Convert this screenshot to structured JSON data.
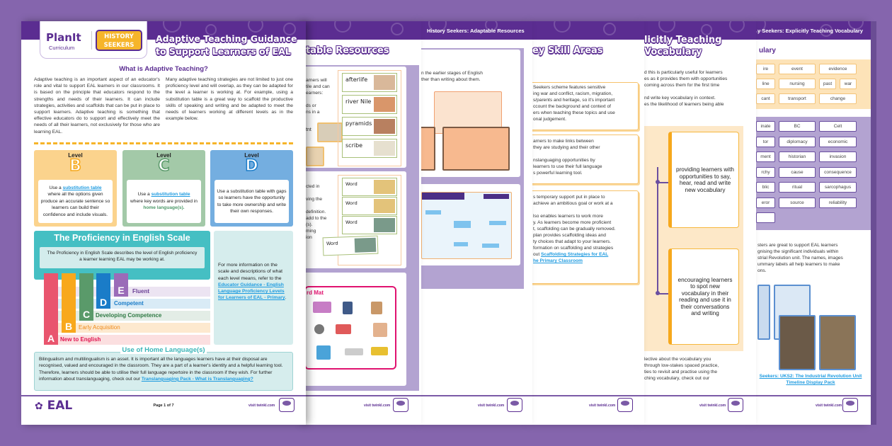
{
  "colors": {
    "background": "#8565ad",
    "header_purple": "#5b2d91",
    "level_b": "#fbd38d",
    "level_c": "#a3c9a8",
    "level_d": "#74aee0",
    "teal": "#45bfc3",
    "link": "#1e9be0"
  },
  "page6": {
    "header": "y Seekers: Explicitly Teaching Vocabulary",
    "title": "ulary",
    "orange_words": [
      [
        "ire",
        "event",
        "evidence"
      ],
      [
        "line",
        "nursing",
        "past",
        "war"
      ],
      [
        "cant",
        "transport",
        "change"
      ]
    ],
    "purple_words": [
      [
        "inate",
        "BC",
        "Celt"
      ],
      [
        "tor",
        "diplomacy",
        "economic"
      ],
      [
        "ment",
        "historian",
        "invasion"
      ],
      [
        "rchy",
        "cause",
        "consequence"
      ],
      [
        "blic",
        "ritual",
        "sarcophagus"
      ],
      [
        "eror",
        "source",
        "reliability"
      ]
    ],
    "text": [
      "sters are great to support EAL learners",
      "gnising the significant individuals within",
      "strial Revolution unit. The names, images",
      "ummary labels all help learners to make",
      "ons."
    ],
    "link": "Seekers: UKS2: The Industrial Revolution Unit Timeline Display Pack",
    "visit": "visit twinkl.com"
  },
  "page5": {
    "title_line1": "licitly Teaching",
    "title_line2": "Vocabulary",
    "text_top": [
      "d this is particularly useful for learners",
      "es as it provides them with opportunities",
      "coming across them for the first time",
      "",
      "nd write key vocabulary in context.",
      "es the likelihood of learners being able"
    ],
    "box1": "providing learners with opportunities to say, hear, read and write new vocabulary",
    "box2": "encouraging learners to spot new vocabulary in their reading and use it in their conversations and writing",
    "text_bottom": [
      "lective about the vocabulary you",
      "through low-stakes spaced practice,",
      "ties to revisit and practise using the",
      "ching vocabulary, check out our"
    ],
    "visit": "visit twinkl.com"
  },
  "page4": {
    "title": "ey Skill Areas",
    "box1": [
      "Seekers scheme features sensitive",
      "ing war and conflict, racism, migration,",
      "s/parents and heritage, so it's important",
      "ccount the background and context of",
      "ers when teaching these topics and use",
      "onal judgement."
    ],
    "box2": [
      "arners to make links between",
      "they are studying and their other",
      "",
      "nslanguaging opportunities by",
      "learners to use their full language",
      "s powerful learning tool."
    ],
    "box3": [
      "s temporary support put in place to",
      "achieve an ambitious goal or work at a",
      "",
      "lso enables learners to work more",
      "y. As learners become more proficient",
      "t, scaffolding can be gradually removed.",
      "plan provides scaffolding ideas and",
      "ty choices that adapt to your learners.",
      "formation on scaffolding and strategies"
    ],
    "box3_link_prefix": "out",
    "box3_link": "Scaffolding Strategies for EAL",
    "box3_link2": "he Primary Classroom",
    "visit": "visit twinkl.com"
  },
  "page3": {
    "header": "History Seekers: Adaptable Resources",
    "text": [
      "n the earlier stages of English",
      "ther than writing about them."
    ],
    "visit": "visit twinkl.com"
  },
  "page2": {
    "title": "table Resources",
    "text1": [
      "arners will",
      "tile and can",
      "earners:",
      "",
      "ds or",
      "ns in a",
      "",
      "tnt"
    ],
    "cards": [
      "afterlife",
      "river Nile",
      "pyramids",
      "scribe"
    ],
    "text2": [
      "cted in",
      "",
      "ving the",
      "",
      "definition.",
      "add to the",
      "(s).",
      "ming",
      "ion"
    ],
    "word_cards": [
      "Word",
      "Word",
      "Word",
      "Word"
    ],
    "mat_title": "rd Mat",
    "visit": "visit twinkl.com"
  },
  "front": {
    "logo": {
      "brand": "PlanIt",
      "sub": "Curriculum",
      "series": "HISTORY SEEKERS"
    },
    "title_line1": "Adaptive Teaching Guidance",
    "title_line2": "to Support Learners of EAL",
    "section_heading": "What is Adaptive Teaching?",
    "para1": "Adaptive teaching is an important aspect of an educator's role and vital to support EAL learners in our classrooms. It is based on the principle that educators respond to the strengths and needs of their learners. It can include strategies, activities and scaffolds that can be put in place to support learners. Adaptive teaching is something that effective educators do to support and effectively meet the needs of all their learners, not exclusively for those who are learning EAL.",
    "para2": "Many adaptive teaching strategies are not limited to just one proficiency level and will overlap, as they can be adapted for the level a learner is working at. For example, using a substitution table is a great way to scaffold the productive skills of speaking and writing and be adapted to meet the needs of learners working at different levels as in the example below.",
    "levels": [
      {
        "label": "Level",
        "letter": "B",
        "pre": "Use a",
        "link": "substitution table",
        "post": "where all the options given produce an accurate sentence so learners can build their confidence and include visuals."
      },
      {
        "label": "Level",
        "letter": "C",
        "pre": "Use a",
        "link": "substitution table",
        "post": "where key words are provided in",
        "highlight": "home language(s)."
      },
      {
        "label": "Level",
        "letter": "D",
        "post": "Use a substitution table with gaps so learners have the opportunity to take more ownership and write their own responses."
      }
    ],
    "scale": {
      "title": "The Proficiency in English Scale",
      "desc": "The Proficiency in English Scale describes the level of English proficiency a learner learning EAL may be working at.",
      "levels": [
        {
          "letter": "A",
          "name": "New to English",
          "color": "#e9556e"
        },
        {
          "letter": "B",
          "name": "Early Acquisition",
          "color": "#f8a81c"
        },
        {
          "letter": "C",
          "name": "Developing Competence",
          "color": "#5a9a6a"
        },
        {
          "letter": "D",
          "name": "Competent",
          "color": "#1a7cc8"
        },
        {
          "letter": "E",
          "name": "Fluent",
          "color": "#9b6bb8"
        }
      ]
    },
    "info": {
      "text": "For more information on the scale and descriptions of what each level means, refer to the",
      "link": "Educator Guidance - English Language Proficiency Levels for Learners of EAL - Primary",
      "end": "."
    },
    "home": {
      "heading": "Use of Home Language(s)",
      "text": "Bilingualism and multilingualism is an asset. It is important all the languages learners have at their disposal are recognised, valued and encouraged in the classroom. They are a part of a learner's identity and a helpful learning tool. Therefore, learners should be able to utilise their full language repertoire in the classroom if they wish. For further information about translanguaging, check out our",
      "link": "Translanguaging Pack - What is Translanguaging?"
    },
    "footer": {
      "logo": "EAL",
      "page": "Page 1 of 7",
      "visit": "visit twinkl.com"
    }
  }
}
